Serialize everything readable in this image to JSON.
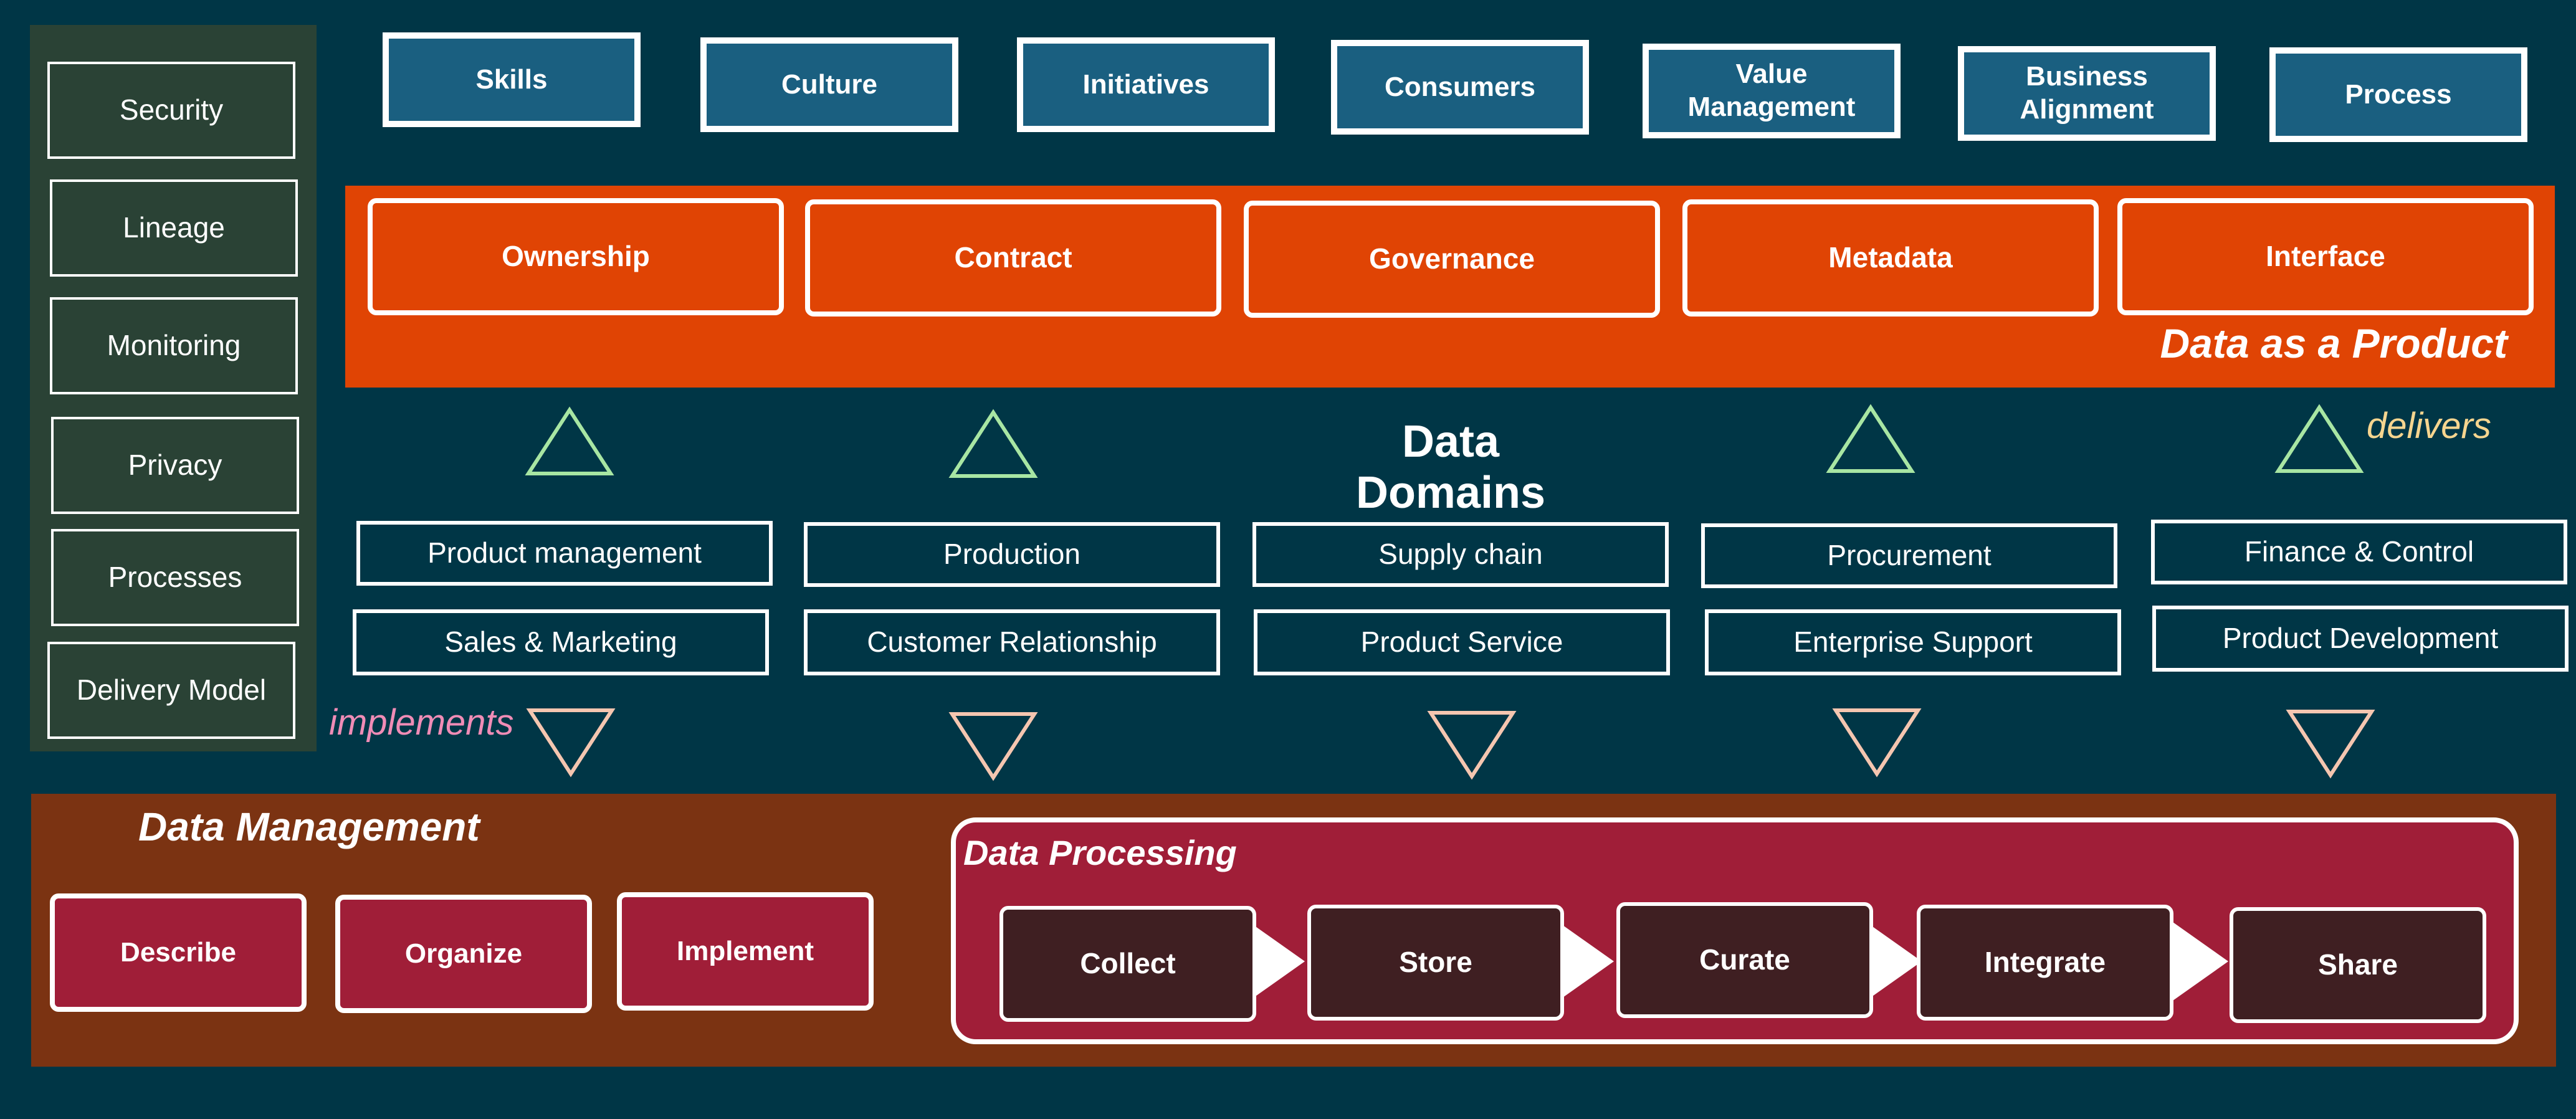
{
  "sidebar": {
    "items": [
      "Security",
      "Lineage",
      "Monitoring",
      "Privacy",
      "Processes",
      "Delivery Model"
    ]
  },
  "top_row": {
    "items": [
      "Skills",
      "Culture",
      "Initiatives",
      "Consumers",
      "Value Management",
      "Business Alignment",
      "Process"
    ]
  },
  "data_product": {
    "title": "Data as a Product",
    "items": [
      "Ownership",
      "Contract",
      "Governance",
      "Metadata",
      "Interface"
    ]
  },
  "data_domains": {
    "title": "Data Domains",
    "delivers_label": "delivers",
    "implements_label": "implements",
    "items_row1": [
      "Product management",
      "Production",
      "Supply chain",
      "Procurement",
      "Finance  & Control"
    ],
    "items_row2": [
      "Sales & Marketing",
      "Customer Relationship",
      "Product Service",
      "Enterprise Support",
      "Product Development"
    ]
  },
  "data_management": {
    "title": "Data Management",
    "items": [
      "Describe",
      "Organize",
      "Implement"
    ]
  },
  "data_processing": {
    "title": "Data Processing",
    "steps": [
      "Collect",
      "Store",
      "Curate",
      "Integrate",
      "Share"
    ]
  },
  "colors": {
    "background": "#003646",
    "sidebar": "#2a4235",
    "top_row": "#1a5f80",
    "data_product": "#e04404",
    "data_management": "#7b3312",
    "processing_frame": "#a01e38",
    "processing_step": "#3f1f22",
    "up_triangle": "#a8e6a3",
    "down_triangle": "#f5c6b0",
    "delivers_text": "#f6d58f",
    "implements_text": "#f08cb6"
  }
}
